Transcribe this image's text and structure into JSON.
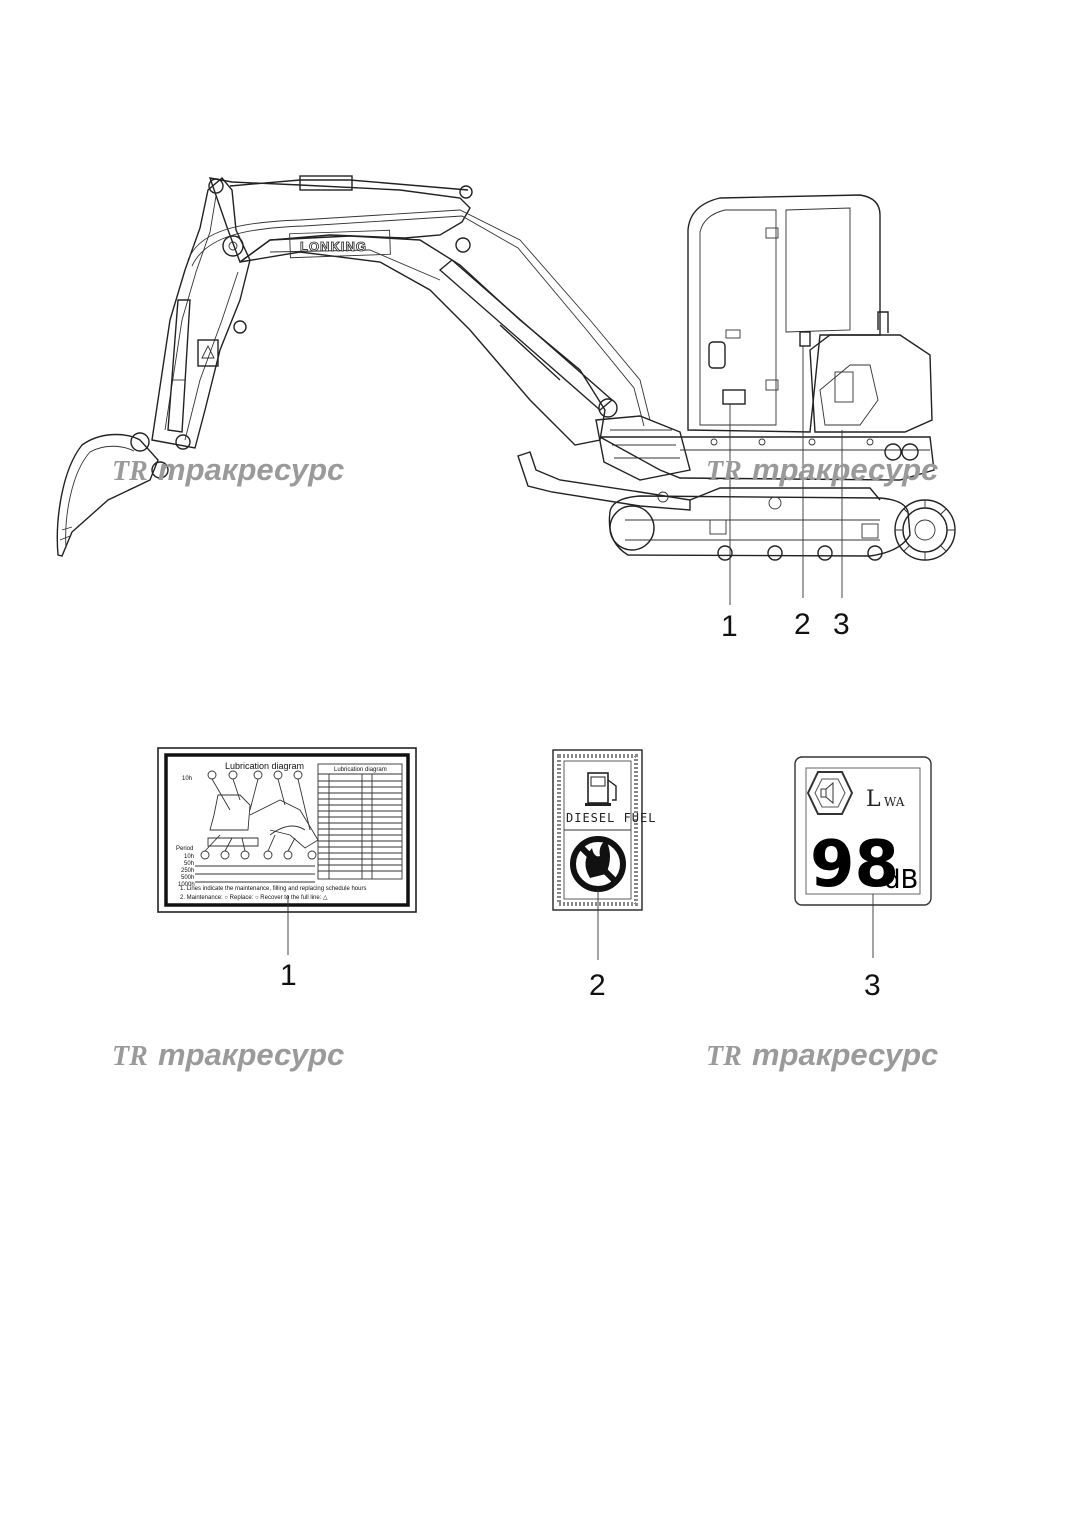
{
  "excavator": {
    "brand": "LONKING"
  },
  "callouts": {
    "top": [
      "1",
      "2",
      "3"
    ],
    "bottom": [
      "1",
      "2",
      "3"
    ]
  },
  "watermark": {
    "logo": "TR",
    "text": "тракресурс"
  },
  "decal_1": {
    "title": "Lubrication diagram",
    "table_title": "Lubrication diagram",
    "row_labels": [
      "10h",
      "Period",
      "10h",
      "50h",
      "250h",
      "500h",
      "1000h"
    ],
    "notes": [
      "1. Lines indicate the maintenance, filling and replacing schedule hours",
      "2. Maintenance: ○ Replace: ○ Recover to the full line: △"
    ]
  },
  "decal_2": {
    "label": "DIESEL FUEL"
  },
  "decal_3": {
    "symbol": "L",
    "subscript": "WA",
    "value": "98",
    "unit": "dB"
  },
  "colors": {
    "line": "#222222",
    "watermark": "#9a9a9a",
    "background": "#ffffff"
  }
}
